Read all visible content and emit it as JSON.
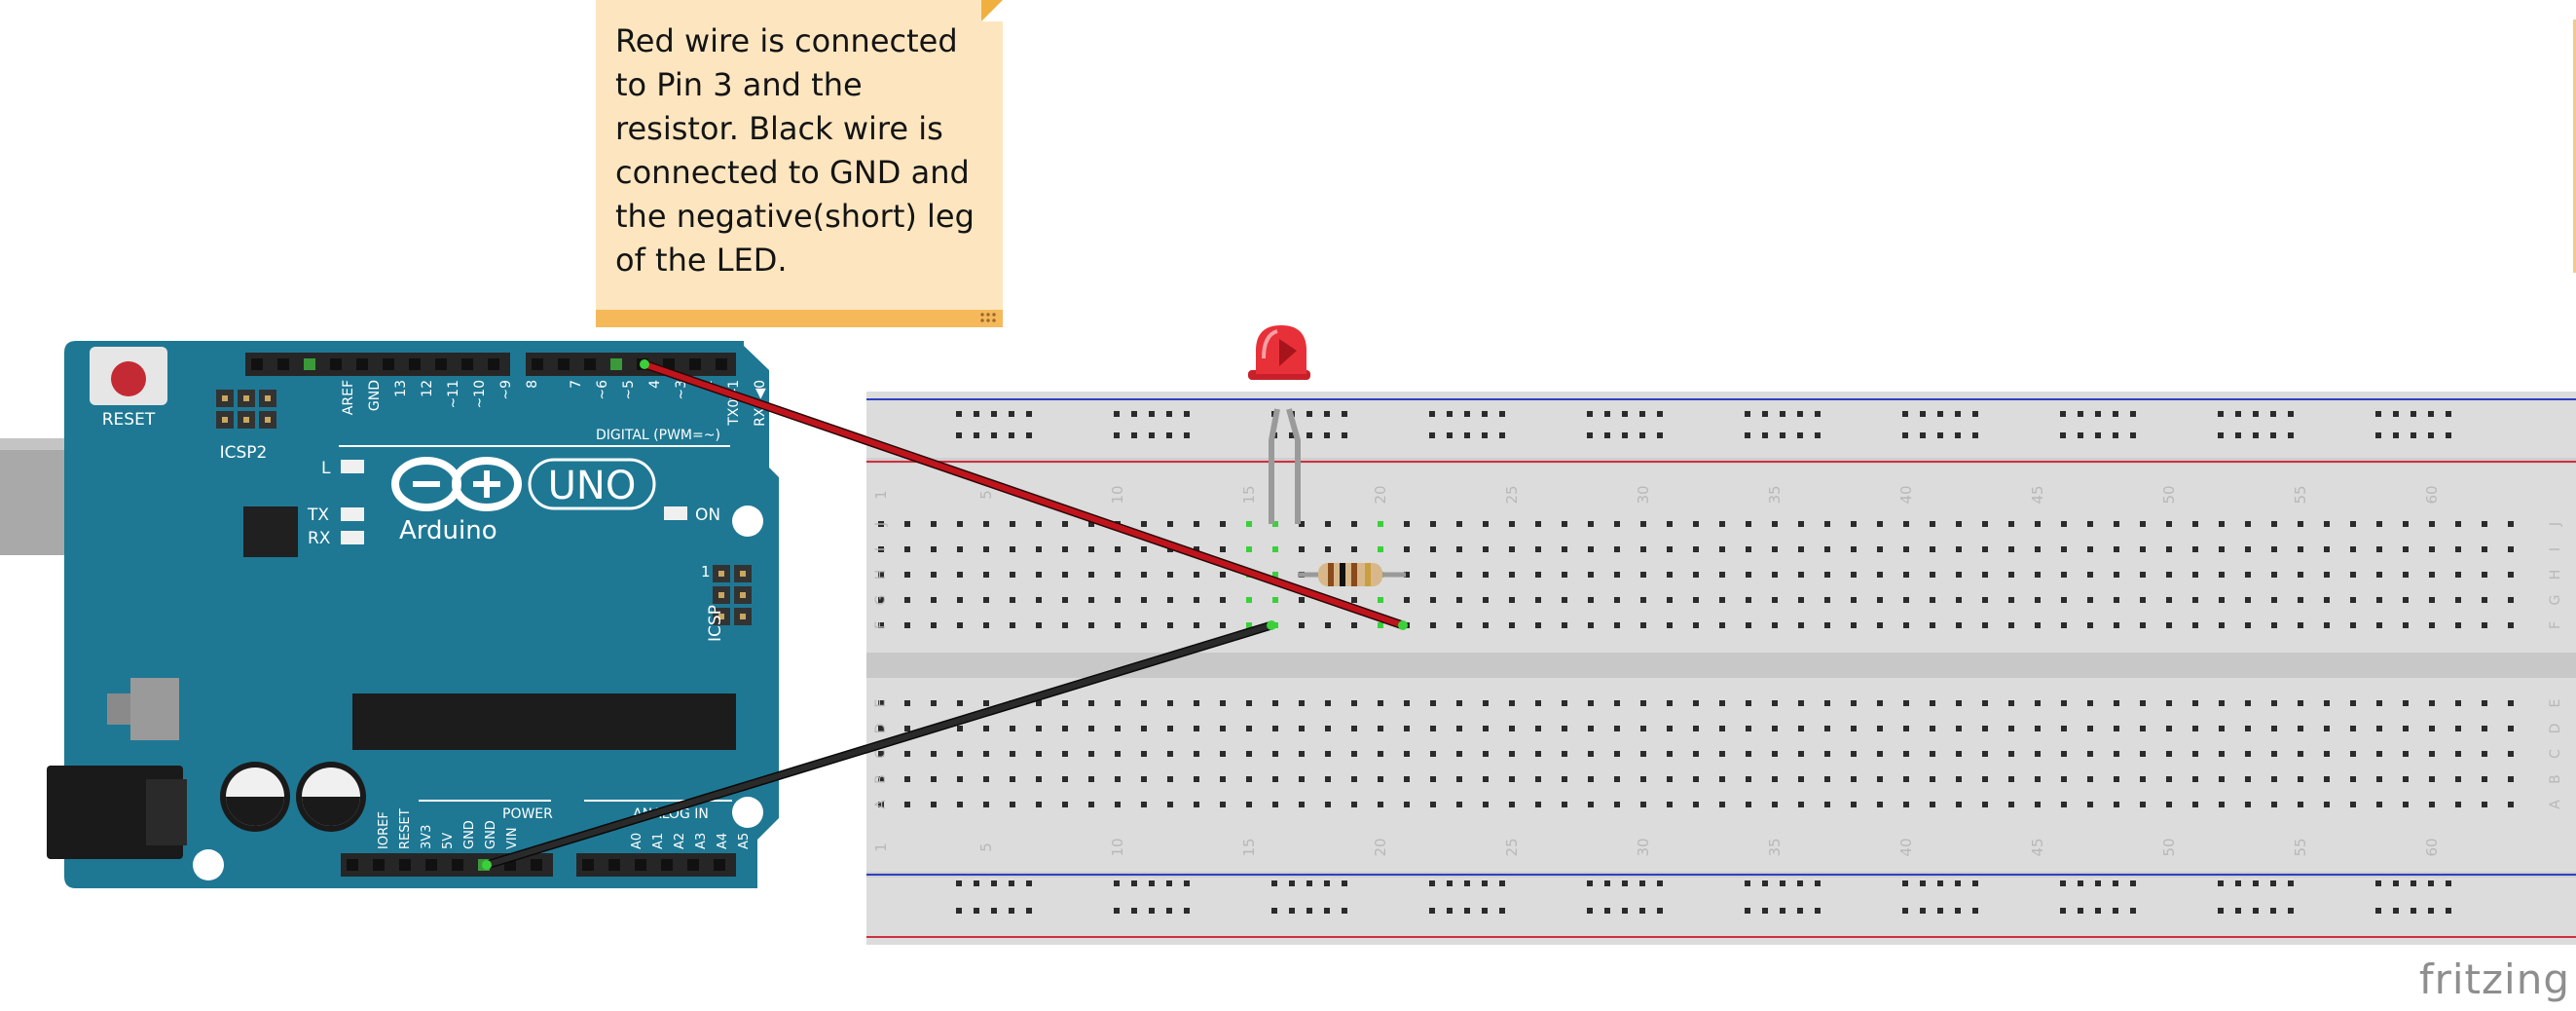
{
  "note": {
    "lines": [
      "Red wire is connected",
      "to Pin 3 and the",
      "resistor. Black wire is",
      "connected to GND and",
      "the negative(short) leg",
      "of the LED."
    ]
  },
  "watermark": "fritzing",
  "arduino": {
    "reset_label": "RESET",
    "icsp2_label": "ICSP2",
    "icsp_label": "ICSP",
    "icsp_pin1": "1",
    "led_l": "L",
    "led_tx": "TX",
    "led_rx": "RX",
    "led_on": "ON",
    "brand": "Arduino",
    "model": "UNO",
    "digital_label": "DIGITAL (PWM=~)",
    "power_label": "POWER",
    "analog_label": "ANALOG IN",
    "top_left_header_labels": [
      "AREF",
      "GND",
      "13",
      "12",
      "~11",
      "~10",
      "~9",
      "8"
    ],
    "top_right_header_labels": [
      "7",
      "~6",
      "~5",
      "4",
      "~3",
      "2",
      "TX0▶1",
      "RX0◀0"
    ],
    "power_header_labels": [
      "IOREF",
      "RESET",
      "3V3",
      "5V",
      "GND",
      "GND",
      "VIN"
    ],
    "analog_header_labels": [
      "A0",
      "A1",
      "A2",
      "A3",
      "A4",
      "A5"
    ]
  },
  "breadboard": {
    "row_letters_top": [
      "J",
      "I",
      "H",
      "G",
      "F"
    ],
    "row_letters_bottom": [
      "E",
      "D",
      "C",
      "B",
      "A"
    ],
    "column_numbers": [
      "1",
      "5",
      "10",
      "15",
      "20",
      "25",
      "30",
      "35",
      "40",
      "45",
      "50",
      "55",
      "60"
    ]
  },
  "colors": {
    "board": "#1e7894",
    "wire_red": "#c0141c",
    "wire_black": "#2a2a2a",
    "led": "#e83038",
    "note_bg": "#fde6bf",
    "note_border": "#f6b95a",
    "rail_red": "#d03040",
    "rail_blue": "#3040c0",
    "highlight": "#3ad03a"
  }
}
